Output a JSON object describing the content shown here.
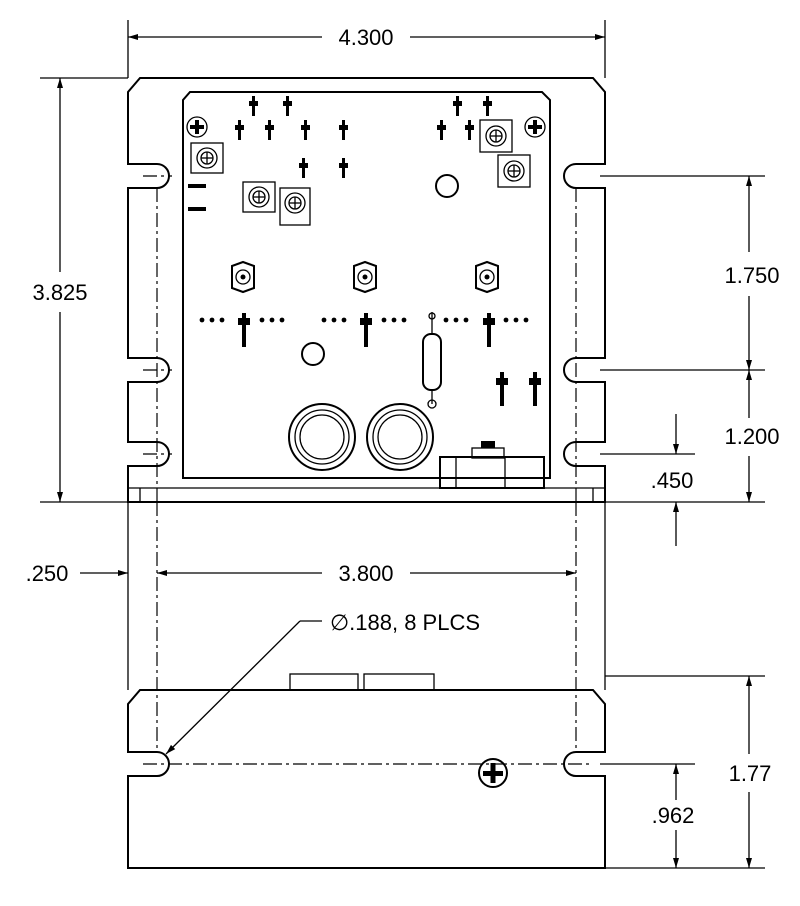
{
  "drawing": {
    "units": "inches",
    "dimensions": {
      "overall_width": "4.300",
      "overall_height": "3.825",
      "slot_pitch_upper": "1.750",
      "slot_pitch_lower": "1.200",
      "slot_to_bottom": ".450",
      "slot_inset": ".250",
      "slot_spacing": "3.800",
      "hole_callout": "∅.188, 8 PLCS",
      "side_height": "1.77",
      "side_slot_height": ".962"
    },
    "views": [
      "top-view",
      "side-view"
    ]
  }
}
